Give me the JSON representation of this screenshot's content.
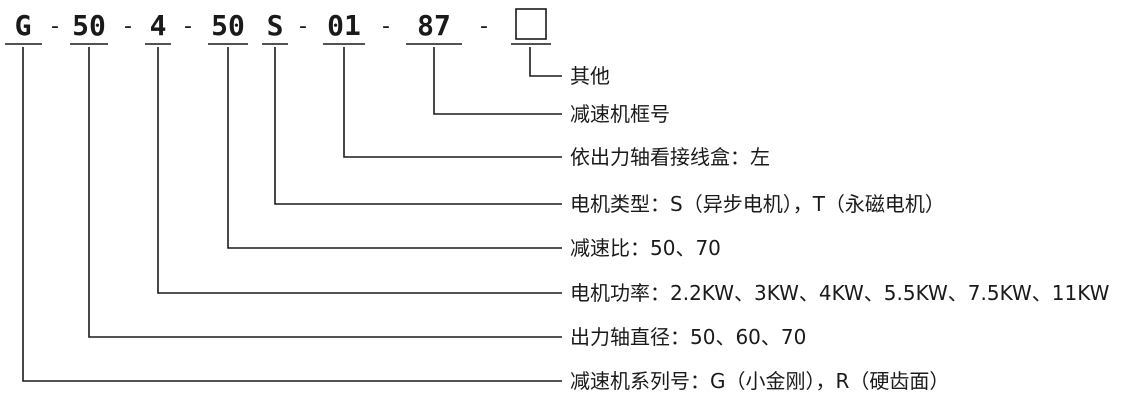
{
  "code": {
    "segments": [
      "G",
      "50",
      "4",
      "50",
      "S",
      "01",
      "87",
      ""
    ],
    "separator": "-"
  },
  "descriptions": [
    "其他",
    "减速机框号",
    "依出力轴看接线盒：左",
    "电机类型：S（异步电机），T（永磁电机）",
    "减速比：50、70",
    "电机功率：2.2KW、3KW、4KW、5.5KW、7.5KW、11KW",
    "出力轴直径：50、60、70",
    "减速机系列号：G（小金刚），R（硬齿面）"
  ]
}
